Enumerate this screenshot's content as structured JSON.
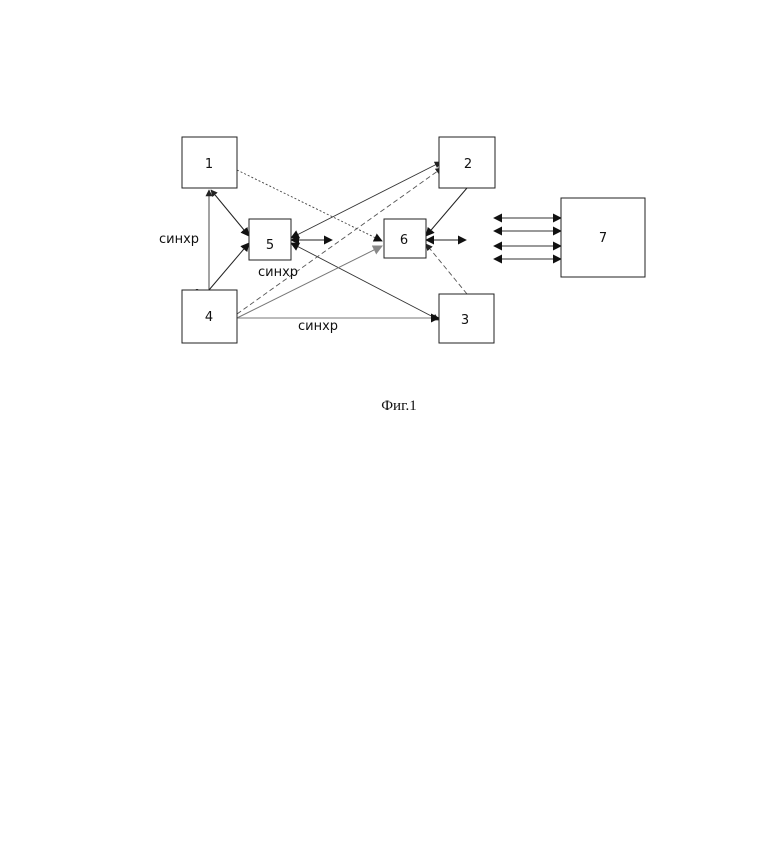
{
  "blocks": {
    "b1": "1",
    "b2": "2",
    "b3": "3",
    "b4": "4",
    "b5": "5",
    "b6": "6",
    "b7": "7"
  },
  "labels": {
    "sync_left": "синхр",
    "sync_mid": "синхр",
    "sync_bottom": "синхр"
  },
  "caption": "Фиг.1",
  "colors": {
    "line": "#222222",
    "gray_line": "#777777"
  }
}
